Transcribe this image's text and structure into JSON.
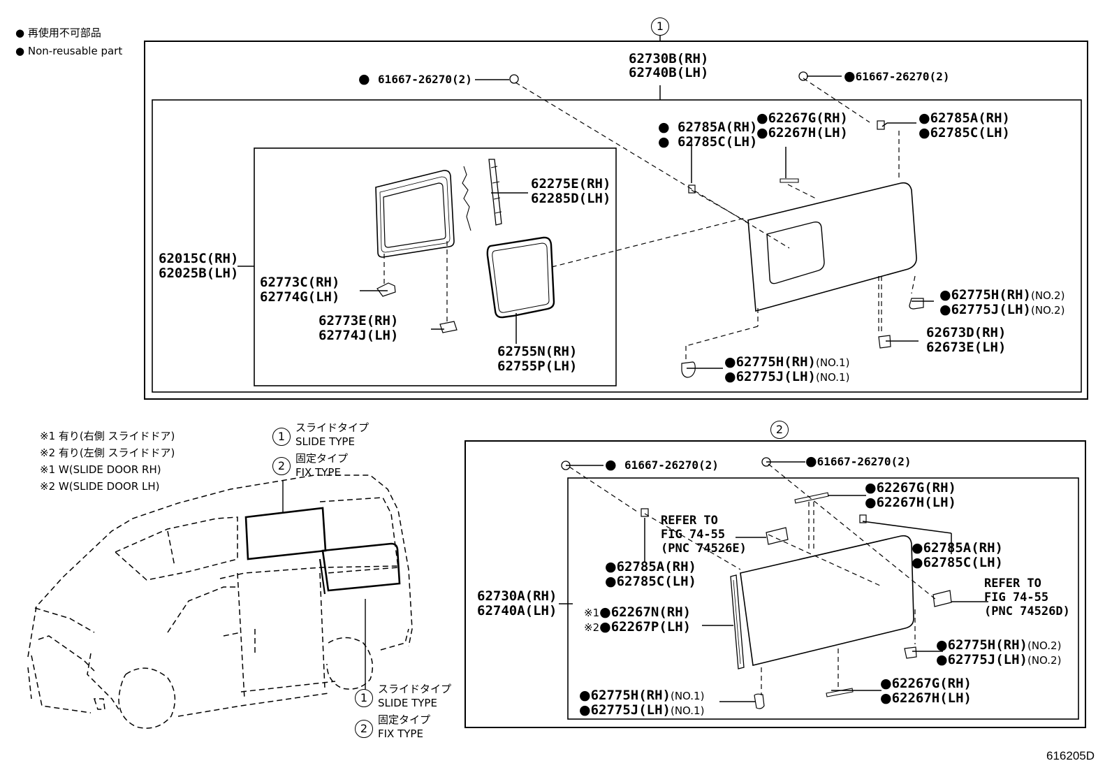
{
  "legend": {
    "ja": "再使用不可部品",
    "en": "Non-reusable part"
  },
  "marks": {
    "dot": "●",
    "c1": "1",
    "c2": "2"
  },
  "notes": {
    "n1": "※1 有り(右側 スライドドア)",
    "n2": "※2 有り(左側 スライドドア)",
    "n3": "※1 W(SLIDE DOOR RH)",
    "n4": "※2 W(SLIDE DOOR LH)"
  },
  "types": {
    "slide_ja": "スライドタイプ",
    "slide_en": "SLIDE TYPE",
    "fix_ja": "固定タイプ",
    "fix_en": "FIX TYPE"
  },
  "panel1": {
    "title_rh": "62730B(RH)",
    "title_lh": "62740B(LH)",
    "clip_left": "61667-26270(2)",
    "clip_right": "61667-26270(2)",
    "p62785_rh": "62785A(RH)",
    "p62785_lh": "62785C(LH)",
    "p62267_rh": "62267G(RH)",
    "p62267_lh": "62267H(LH)",
    "p62785r_rh": "62785A(RH)",
    "p62785r_lh": "62785C(LH)",
    "p62275_rh": "62275E(RH)",
    "p62285_lh": "62285D(LH)",
    "p62015_rh": "62015C(RH)",
    "p62025_lh": "62025B(LH)",
    "p62773c_rh": "62773C(RH)",
    "p62774g_lh": "62774G(LH)",
    "p62773e_rh": "62773E(RH)",
    "p62774j_lh": "62774J(LH)",
    "p62755_rh": "62755N(RH)",
    "p62755_lh": "62755P(LH)",
    "p62775no2_rh": "62775H(RH)",
    "p62775no2_lh": "62775J(LH)",
    "no2": "(NO.2)",
    "p62673_rh": "62673D(RH)",
    "p62673_lh": "62673E(LH)",
    "p62775no1_rh": "62775H(RH)",
    "p62775no1_lh": "62775J(LH)",
    "no1": "(NO.1)"
  },
  "panel2": {
    "clip_left": "61667-26270(2)",
    "clip_right": "61667-26270(2)",
    "p62267_rh": "62267G(RH)",
    "p62267_lh": "62267H(LH)",
    "refer_left": [
      "REFER TO",
      "FIG 74-55",
      "(PNC 74526E)"
    ],
    "p62785_rh": "62785A(RH)",
    "p62785_lh": "62785C(LH)",
    "p62785l_rh": "62785A(RH)",
    "p62785l_lh": "62785C(LH)",
    "refer_right": [
      "REFER TO",
      "FIG 74-55",
      "(PNC 74526D)"
    ],
    "title_rh": "62730A(RH)",
    "title_lh": "62740A(LH)",
    "star1": "※1",
    "star2": "※2",
    "p62267n_rh": "62267N(RH)",
    "p62267p_lh": "62267P(LH)",
    "p62775no2_rh": "62775H(RH)",
    "p62775no2_lh": "62775J(LH)",
    "no2": "(NO.2)",
    "p62775no1_rh": "62775H(RH)",
    "p62775no1_lh": "62775J(LH)",
    "no1": "(NO.1)",
    "p62267b_rh": "62267G(RH)",
    "p62267b_lh": "62267H(LH)"
  },
  "figure_id": "616205D"
}
